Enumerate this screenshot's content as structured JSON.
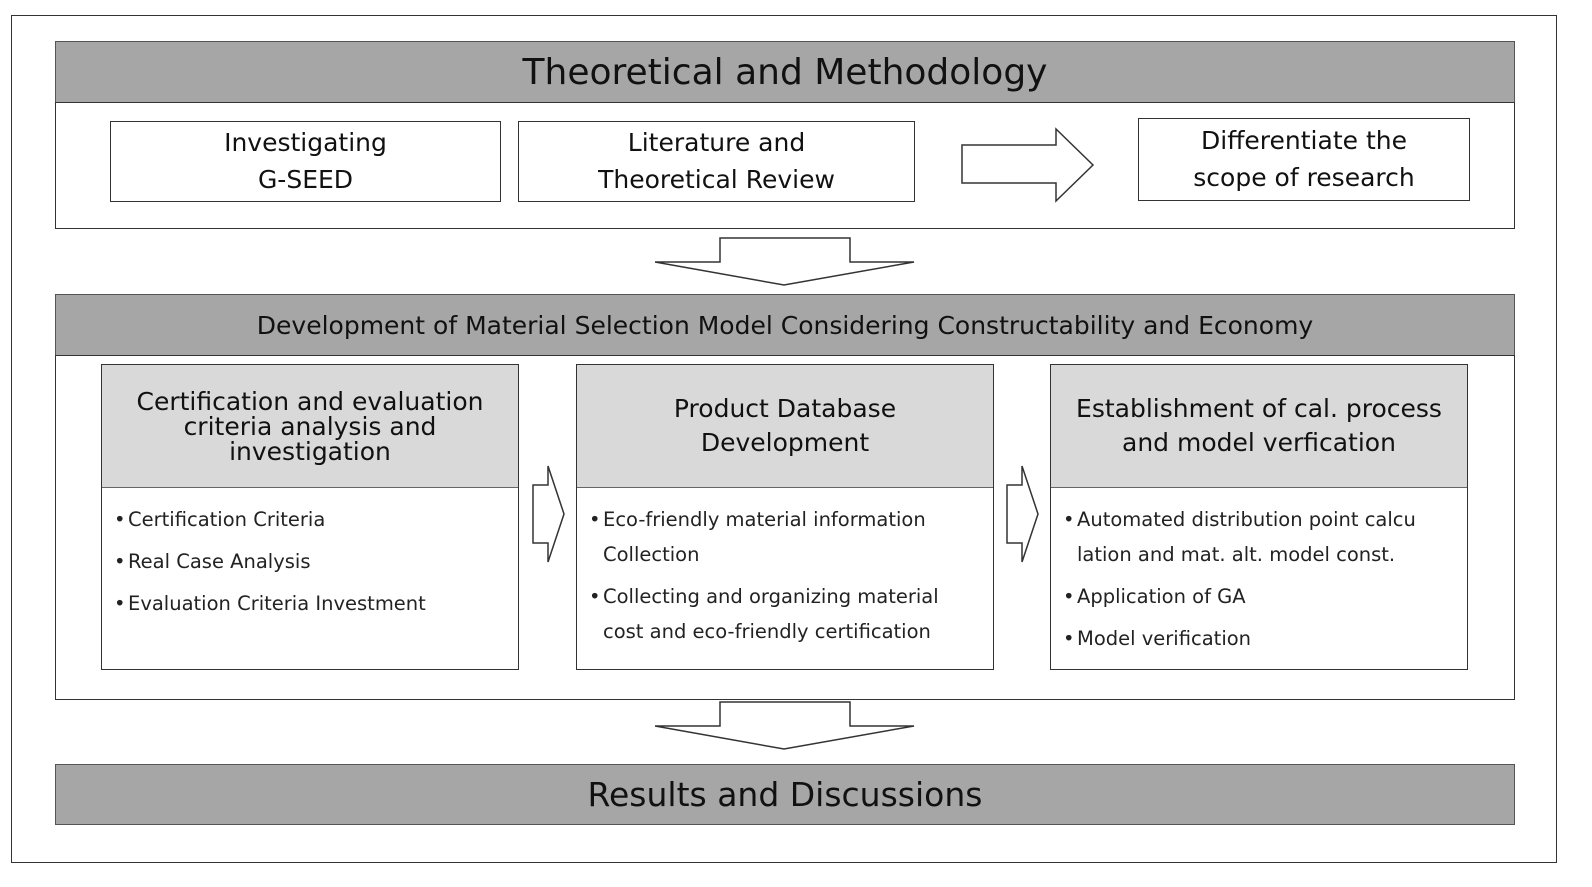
{
  "top": {
    "title": "Theoretical and Methodology",
    "boxes": [
      "Investigating\nG-SEED",
      "Literature  and\nTheoretical  Review",
      "Differentiate  the\nscope of research"
    ]
  },
  "middle": {
    "title": "Development of Material Selection Model Considering Constructability and Economy",
    "cards": [
      {
        "heading": "Certification  and  evaluation\ncriteria analysis and\ninvestigation",
        "items": [
          "Certification Criteria",
          "Real Case Analysis",
          "Evaluation Criteria Investment"
        ]
      },
      {
        "heading": "Product Database\nDevelopment",
        "items": [
          "Eco-friendly material information\nCollection",
          "Collecting and organizing material\ncost and eco-friendly certification"
        ]
      },
      {
        "heading": "Establishment  of cal. process\nand model verfication",
        "items": [
          "Automated distribution point calcu\nlation and mat. alt. model const.",
          "Application of GA",
          "Model verification"
        ]
      }
    ]
  },
  "bottom": {
    "title": "Results and Discussions"
  }
}
